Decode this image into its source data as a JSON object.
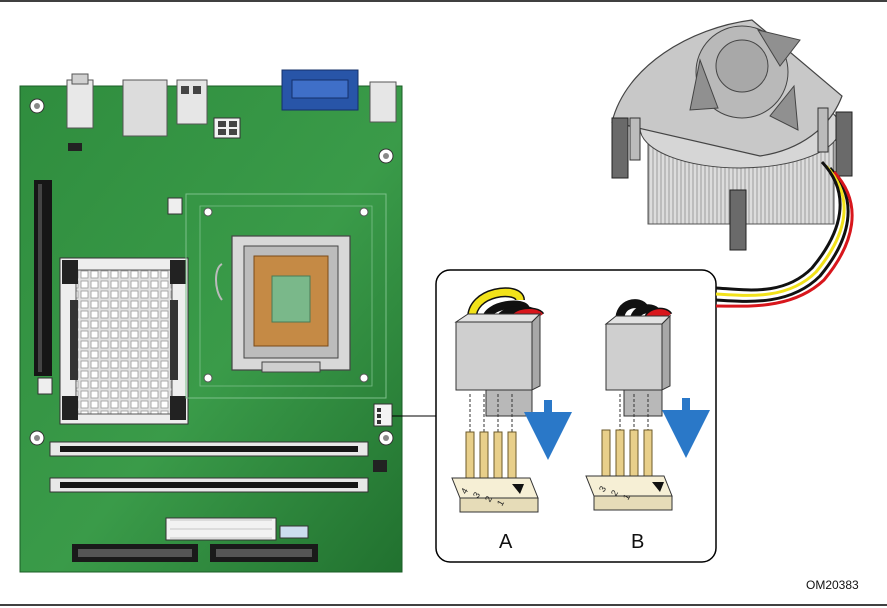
{
  "figure": {
    "id_code": "OM20383",
    "panel_a_label": "A",
    "panel_b_label": "B",
    "connector_a_pins": [
      "4",
      "3",
      "2",
      "1"
    ],
    "connector_b_pins": [
      "3",
      "2",
      "1"
    ]
  },
  "colors": {
    "board": "#2e8a3c",
    "board_dark": "#1f6a2b",
    "heatsink": "#cfcfcf",
    "wire_yellow": "#f2e21a",
    "wire_black": "#111111",
    "wire_red": "#d8161c",
    "arrow_blue": "#2a78c8",
    "vga_blue": "#2855a8"
  }
}
